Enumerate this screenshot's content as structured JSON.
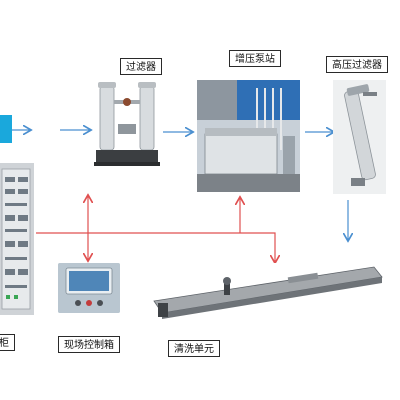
{
  "labels": {
    "filter": "过滤器",
    "booster": "增压泵站",
    "hp_filter": "高压过滤器",
    "site_box": "现场控制箱",
    "cleaning": "清洗单元",
    "cabinet": "柜"
  },
  "colors": {
    "blue_arrow": "#4a8fd0",
    "red_line": "#e05050",
    "cyan_block": "#1aa8dc"
  }
}
